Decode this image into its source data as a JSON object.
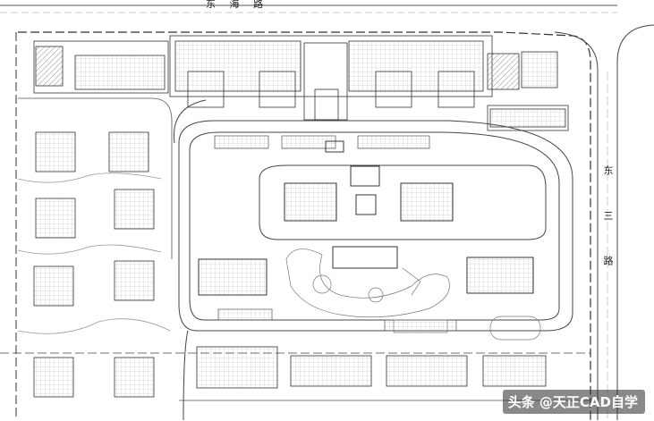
{
  "roads": {
    "north_name": "东 海 路",
    "east_name": "东 三 路"
  },
  "watermark": "头条 @天正CAD自学"
}
